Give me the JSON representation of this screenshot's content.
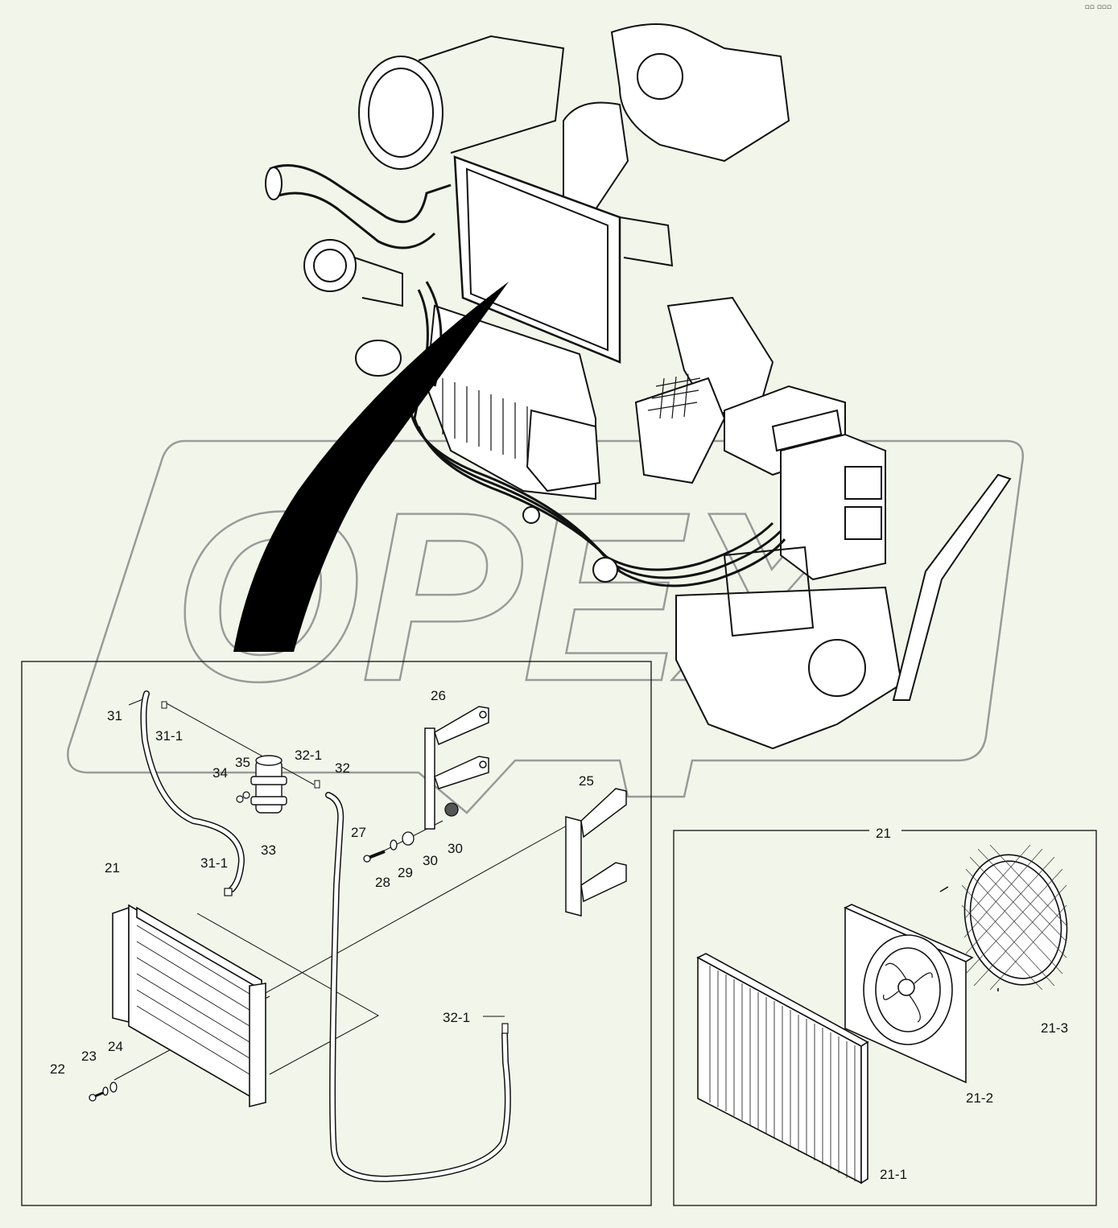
{
  "watermark": {
    "text": "OPEX"
  },
  "corner_mark": "▫▫ ▫▫▫",
  "detail_box_main": {
    "callouts": {
      "c31": "31",
      "c31_1_top": "31-1",
      "c35": "35",
      "c34": "34",
      "c33": "33",
      "c32_1_top": "32-1",
      "c32": "32",
      "c26": "26",
      "c25": "25",
      "c27": "27",
      "c28": "28",
      "c29": "29",
      "c30_a": "30",
      "c30_b": "30",
      "c21": "21",
      "c31_1_bottom": "31-1",
      "c22": "22",
      "c23": "23",
      "c24": "24",
      "c32_1_bottom": "32-1"
    }
  },
  "detail_box_radiator": {
    "callouts": {
      "c21": "21",
      "c21_1": "21-1",
      "c21_2": "21-2",
      "c21_3": "21-3"
    }
  }
}
